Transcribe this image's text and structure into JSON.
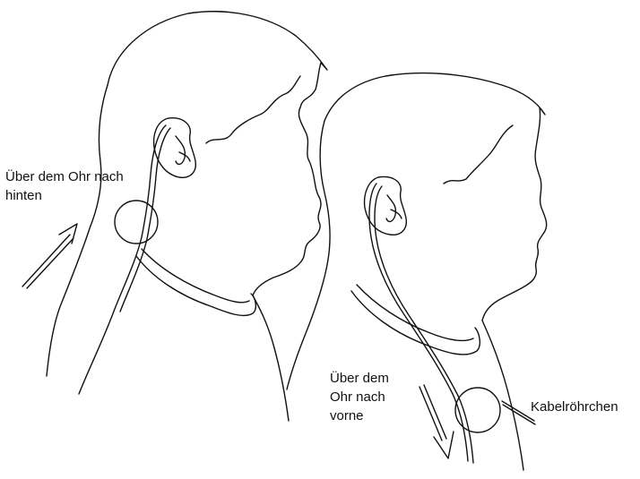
{
  "labels": {
    "behind_line1": "Über dem Ohr nach",
    "behind_line2": "hinten",
    "front_line1": "Über dem",
    "front_line2": "Ohr nach",
    "front_line3": "vorne",
    "tube": "Kabelröhrchen"
  },
  "colors": {
    "line": "#111111",
    "background": "#ffffff"
  }
}
